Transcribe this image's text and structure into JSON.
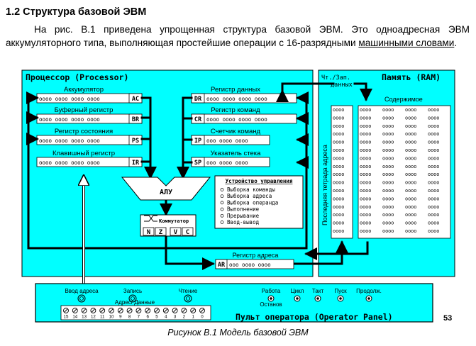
{
  "heading": "1.2 Структура базовой ЭВМ",
  "paragraph": {
    "text": "На рис. В.1 приведена упрощенная структура базовой ЭВМ. Это одноадресная ЭВМ аккумуляторного типа, выполняющая простейшие операции с 16-разрядными ",
    "underlined": "машинными словами",
    "tail": "."
  },
  "colors": {
    "cyan": "#00ffff",
    "black": "#000000",
    "white": "#ffffff"
  },
  "processor": {
    "title": "Процессор (Processor)",
    "left_registers": [
      {
        "label": "Аккумулятор",
        "code": "AC",
        "bits": "oooo oooo oooo oooo"
      },
      {
        "label": "Буферный регистр",
        "code": "BR",
        "bits": "oooo oooo oooo oooo"
      },
      {
        "label": "Регистр состояния",
        "code": "PS",
        "bits": "oooo oooo oooo oooo"
      },
      {
        "label": "Клавишный регистр",
        "code": "IR",
        "bits": "oooo oooo oooo oooo"
      }
    ],
    "right_registers": [
      {
        "label": "Регистр данных",
        "code": "DR",
        "bits": "oooo oooo oooo oooo"
      },
      {
        "label": "Регистр команд",
        "code": "CR",
        "bits": "oooo oooo oooo oooo"
      },
      {
        "label": "Счетчик команд",
        "code": "IP",
        "bits": "ooo oooo oooo"
      },
      {
        "label": "Указатель стека",
        "code": "SP",
        "bits": "ooo oooo oooo"
      }
    ],
    "alu": "АЛУ",
    "commutator": {
      "label": "Коммутатор",
      "flags": [
        "N",
        "Z",
        "V",
        "C"
      ]
    },
    "control_unit": {
      "title": "Устройство управления",
      "items": [
        "Выборка команды",
        "Выборка адреса",
        "Выборка операнда",
        "Выполнение",
        "Прерывание",
        "Ввод-вывод"
      ]
    },
    "address_register": {
      "label": "Регистр адреса",
      "code": "AR",
      "bits": "ooo oooo oooo"
    }
  },
  "memory": {
    "title": "Память (RAM)",
    "rw_label_1": "Чт./Зап.",
    "rw_label_2": "данных",
    "contents_label": "Содержимое",
    "last_address_label": "Последняя тетрада адреса",
    "address_cell": "oooo",
    "data_cell": "oooo"
  },
  "panel": {
    "title": "Пульт оператора (Operator Panel)",
    "left_buttons": [
      "Ввод адреса",
      "Запись",
      "Чтение"
    ],
    "right_buttons": [
      "Работа",
      "Цикл",
      "Такт",
      "Пуск",
      "Продолж."
    ],
    "stop_label": "Останов",
    "switch_caption": "Адрес/  Данные",
    "switch_numbers": [
      "15",
      "14",
      "13",
      "12",
      "11",
      "10",
      "9",
      "8",
      "7",
      "6",
      "5",
      "4",
      "3",
      "2",
      "1",
      "0"
    ]
  },
  "caption": "Рисунок В.1 Модель базовой ЭВМ",
  "page_number": "53"
}
